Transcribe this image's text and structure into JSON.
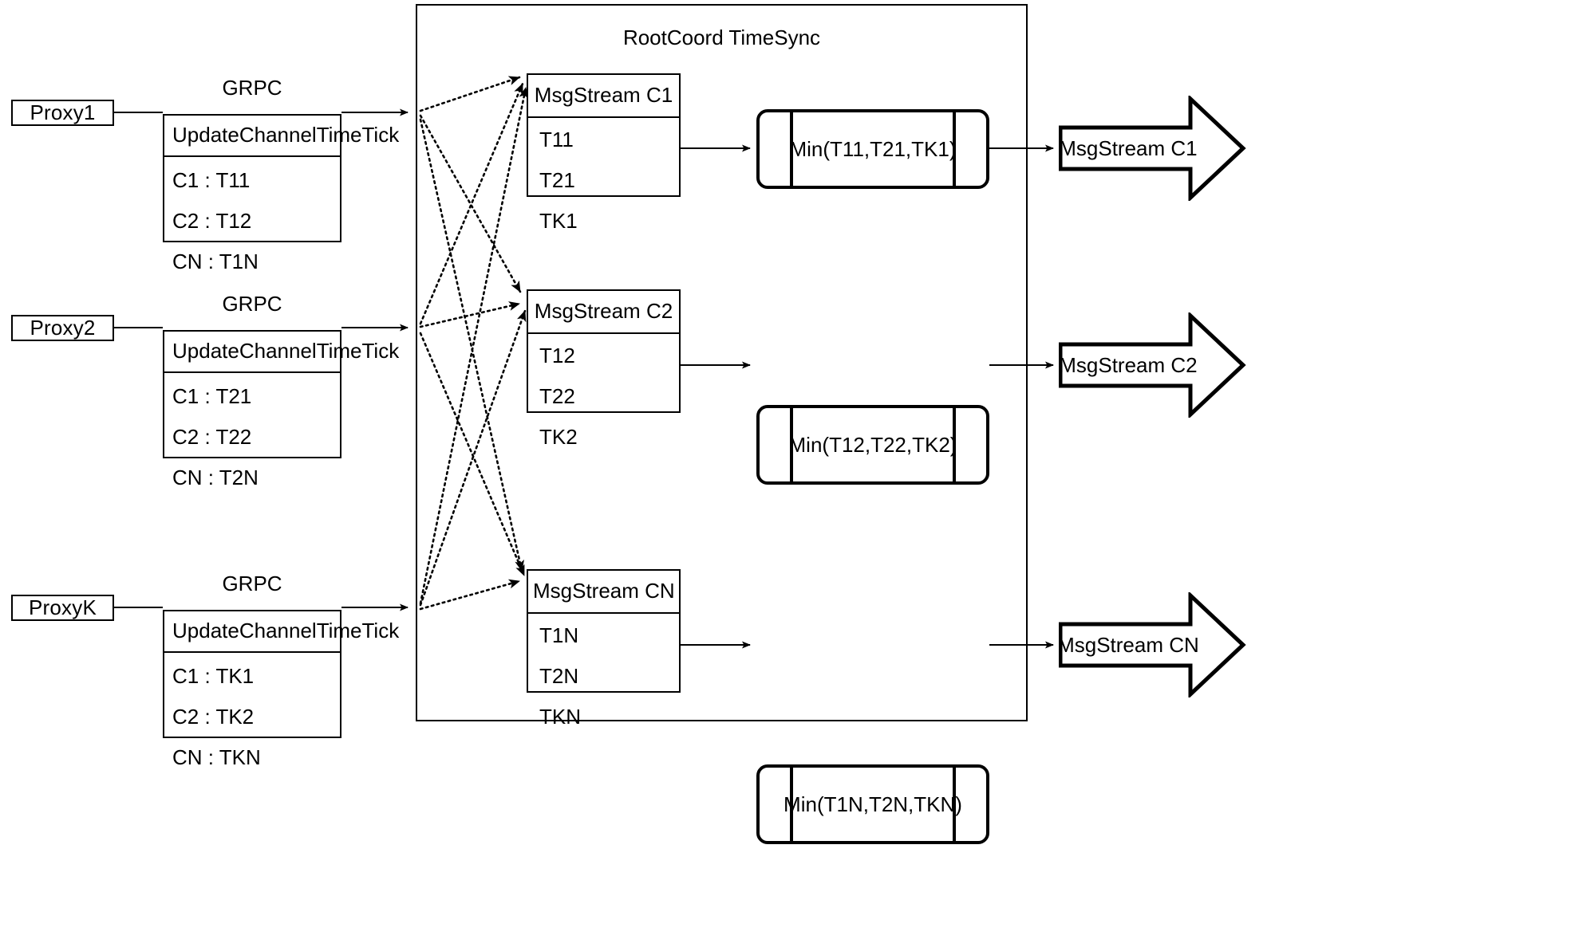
{
  "diagram": {
    "title": "RootCoord TimeSync",
    "connector_label": "GRPC"
  },
  "proxies": [
    {
      "name": "Proxy1",
      "grpc": "GRPC",
      "request": "UpdateChannelTimeTick",
      "entries": [
        "C1 :  T11",
        "C2 :  T12",
        "CN : T1N"
      ]
    },
    {
      "name": "Proxy2",
      "grpc": "GRPC",
      "request": "UpdateChannelTimeTick",
      "entries": [
        "C1 :  T21",
        "C2 :  T22",
        "CN : T2N"
      ]
    },
    {
      "name": "ProxyK",
      "grpc": "GRPC",
      "request": "UpdateChannelTimeTick",
      "entries": [
        "C1 :  TK1",
        "C2 :  TK2",
        "CN : TKN"
      ]
    }
  ],
  "channels": [
    {
      "stream_title": "MsgStream C1",
      "ticks": [
        "T11",
        "T21",
        "TK1"
      ],
      "min_label": "Min(T11,T21,TK1)",
      "output_label": "MsgStream C1"
    },
    {
      "stream_title": "MsgStream C2",
      "ticks": [
        "T12",
        "T22",
        "TK2"
      ],
      "min_label": "Min(T12,T22,TK2)",
      "output_label": "MsgStream C2"
    },
    {
      "stream_title": "MsgStream CN",
      "ticks": [
        "T1N",
        "T2N",
        "TKN"
      ],
      "min_label": "Min(T1N,T2N,TKN)",
      "output_label": "MsgStream CN"
    }
  ],
  "colors": {
    "stroke": "#000000",
    "background": "#ffffff"
  }
}
